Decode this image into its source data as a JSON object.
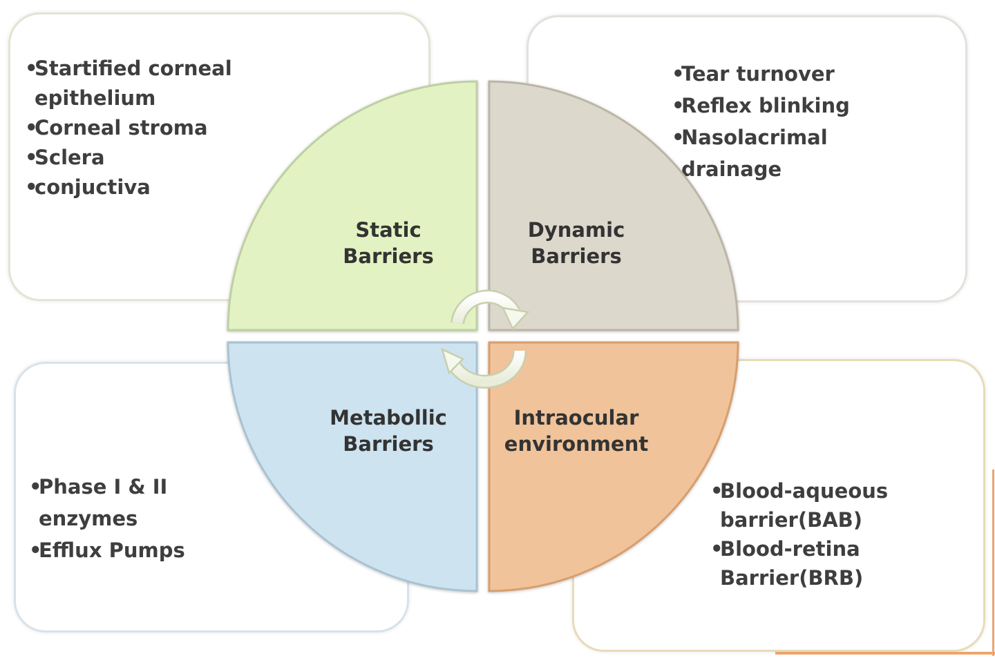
{
  "colors": {
    "static": "#e3f2c2",
    "dynamic": "#ddd8cc",
    "metabolic": "#cde3ef",
    "intraocular": "#f0c39a",
    "accent": "#f0a36c"
  },
  "quadrants": {
    "static": {
      "line1": "Static",
      "line2": "Barriers"
    },
    "dynamic": {
      "line1": "Dynamic",
      "line2": "Barriers"
    },
    "metabolic": {
      "line1": "Metabollic",
      "line2": "Barriers"
    },
    "intraocular": {
      "line1": "Intraocular",
      "line2": "environment"
    }
  },
  "boxes": {
    "static": [
      "Startified corneal epithelium",
      "Corneal stroma",
      "Sclera",
      "conjuctiva"
    ],
    "dynamic": [
      "Tear turnover",
      "Reflex blinking",
      "Nasolacrimal drainage"
    ],
    "metabolic": [
      "Phase I & II enzymes",
      "Efflux Pumps"
    ],
    "intraocular": [
      "Blood-aqueous barrier(BAB)",
      "Blood-retina Barrier(BRB)"
    ]
  }
}
